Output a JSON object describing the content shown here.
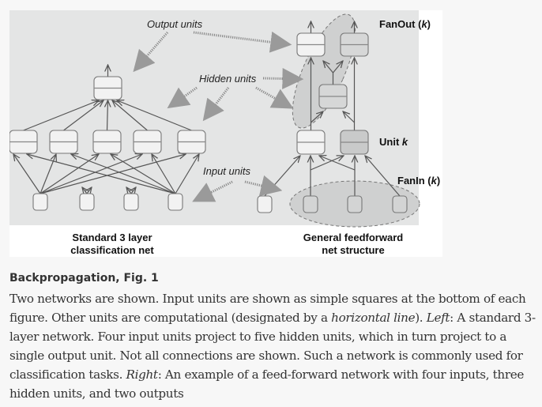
{
  "figure": {
    "labels": {
      "output_units": "Output units",
      "hidden_units": "Hidden units",
      "input_units": "Input units",
      "fanout": "FanOut (",
      "fanout_k": "k",
      "fanout_close": ")",
      "unit": "Unit ",
      "unit_k": "k",
      "fanin": "FanIn (",
      "fanin_k": "k",
      "fanin_close": ")"
    },
    "left_subtitle": [
      "Standard 3 layer",
      "classification net"
    ],
    "right_subtitle": [
      "General feedforward",
      "net structure"
    ],
    "colors": {
      "panel_bg": "#e4e5e5",
      "unit_fill": "#f2f2f2",
      "unit_highlight_fill": "#c9caca",
      "ellipse_fill": "#cfd0d0",
      "edge": "#555555",
      "annotation_arrow": "#8a8a8a"
    }
  },
  "caption": {
    "title": "Backpropagation, Fig. 1",
    "segments": [
      {
        "text": "Two networks are shown. Input units are shown as simple squares at the bottom of each figure. Other units are computational (designated by a ",
        "italic": false
      },
      {
        "text": "horizontal line",
        "italic": true
      },
      {
        "text": "). ",
        "italic": false
      },
      {
        "text": "Left",
        "italic": true
      },
      {
        "text": ": A standard 3-layer network. Four input units project to five hidden units, which in turn project to a single output unit. Not all connections are shown. Such a network is commonly used for classification tasks. ",
        "italic": false
      },
      {
        "text": "Right",
        "italic": true
      },
      {
        "text": ": An example of a feed-forward network with four inputs, three hidden units, and two outputs",
        "italic": false
      }
    ]
  }
}
